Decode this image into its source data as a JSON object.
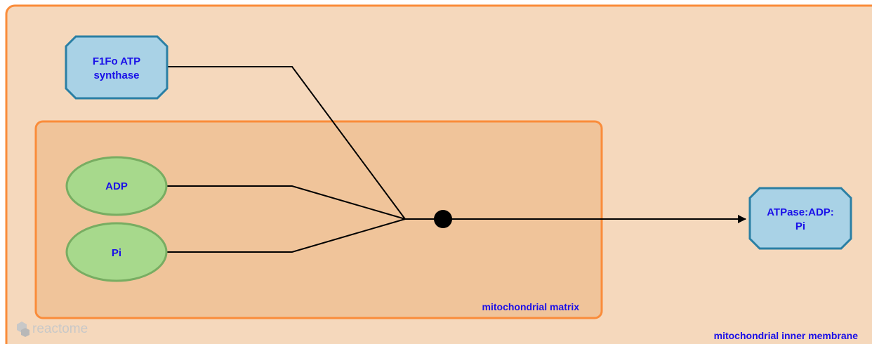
{
  "compartments": {
    "outer": {
      "label": "mitochondrial inner membrane"
    },
    "inner": {
      "label": "mitochondrial matrix"
    }
  },
  "nodes": {
    "f1fo": {
      "line1": "F1Fo ATP",
      "line2": "synthase"
    },
    "adp": {
      "label": "ADP"
    },
    "pi": {
      "label": "Pi"
    },
    "product": {
      "line1": "ATPase:ADP:",
      "line2": "Pi"
    }
  },
  "logo": {
    "text": "reactome"
  },
  "colors": {
    "compartment_outer_fill": "#f5d8bc",
    "compartment_inner_fill": "#f0c49a",
    "compartment_stroke": "#fa8c3a",
    "complex_fill": "#a9d2e6",
    "complex_stroke": "#2a7fa4",
    "entity_fill": "#a7d98c",
    "entity_stroke": "#78ad62",
    "label_text": "#1a10e8"
  },
  "icons": {
    "logo": "reactome-logo-icon",
    "reaction": "reaction-node-icon"
  }
}
